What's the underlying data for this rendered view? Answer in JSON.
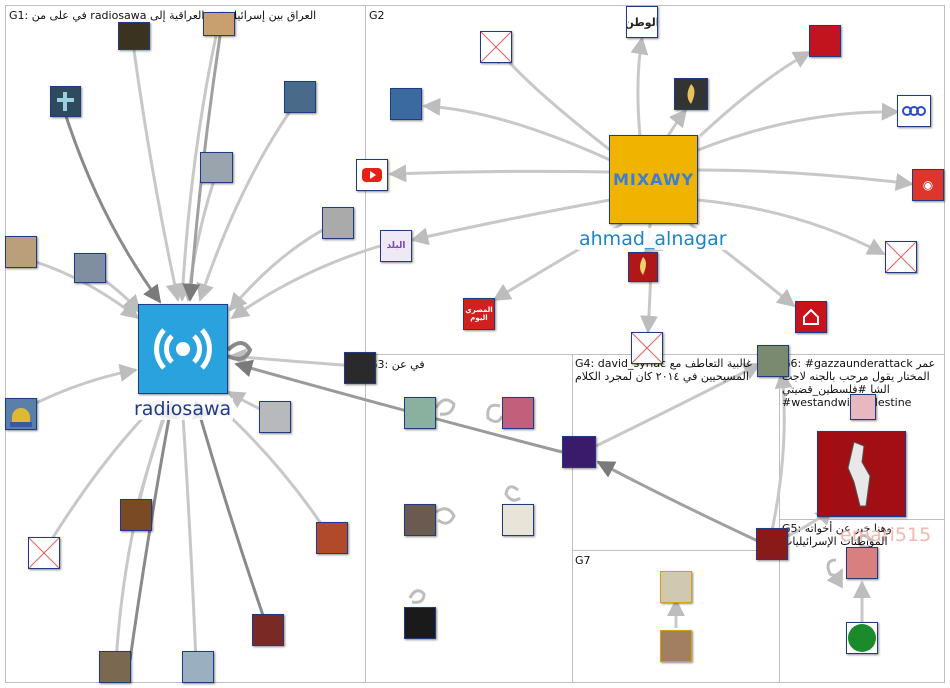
{
  "groups": [
    {
      "id": "G1",
      "label": "G1: في على من radiosawa العراق بين إسرائيل غزة العراقية إلى"
    },
    {
      "id": "G2",
      "label": "G2"
    },
    {
      "id": "G3",
      "label": "G3: في عن"
    },
    {
      "id": "G4",
      "label": "G4: david_syriac غالبية التعاطف مع المسيحيين في ٢٠١٤ كان لمجرد الكلام"
    },
    {
      "id": "G6",
      "label": "G6: #gazzaunderattack عمر المختار يقول مرحب بالجنه لاجت الشا #فلسطين_قضيتي #westandwithpalestine"
    },
    {
      "id": "G5",
      "label": "G5: وهنا خبر عن أخواته المواطنات الإسرائيليات"
    },
    {
      "id": "G7",
      "label": "G7"
    }
  ],
  "hub_labels": {
    "radiosawa": "radiosawa",
    "ahmad_alnagar": "ahmad_alnagar",
    "emari515": "emari515"
  },
  "node_text": {
    "alwatan": "الوطن",
    "mixawy": "MIXAWY",
    "masry": "المصري اليوم",
    "arabic_logo": "البلد"
  },
  "colors": {
    "edge": "#c8c8c8",
    "edge_dark": "#8a8a8a",
    "node_border": "#1f3b87",
    "hub_label": "#1f3b87",
    "ahmad_label": "#1a86c7",
    "radiosawa_tile": "#2aa2de",
    "youtube_red": "#e62117",
    "aljazeera_dark": "#333333",
    "palestine_red": "#a10f14",
    "green_node": "#1a8a2a"
  }
}
